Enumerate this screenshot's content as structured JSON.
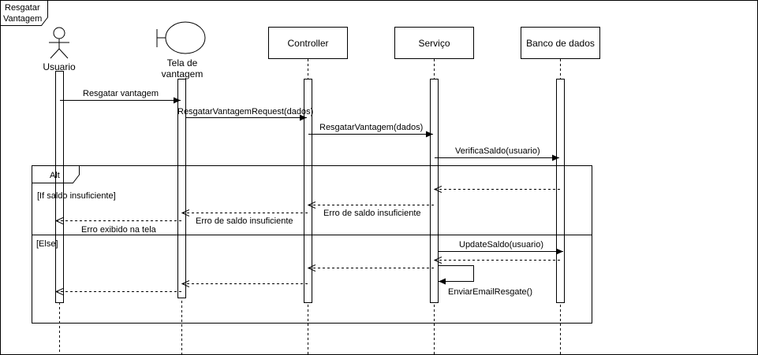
{
  "frame": {
    "title_line1": "Resgatar",
    "title_line2": "Vantagem"
  },
  "participants": {
    "usuario": "Usuario",
    "tela_line1": "Tela de",
    "tela_line2": "vantagem",
    "controller": "Controller",
    "servico": "Serviço",
    "banco": "Banco de dados"
  },
  "messages": {
    "m1": "Resgatar vantagem",
    "m2": "ResgatarVantagemRequest(dados)",
    "m3": "ResgatarVantagem(dados)",
    "m4": "VerificaSaldo(usuario)",
    "m5": "Erro de saldo insuficiente",
    "m6": "Erro de saldo insuficiente",
    "m7": "Erro exibido na tela",
    "m8": "UpdateSaldo(usuario)",
    "m9": "EnviarEmailResgate()"
  },
  "alt": {
    "label": "Alt",
    "guard1": "[If saldo insuficiente]",
    "guard2": "[Else]"
  }
}
